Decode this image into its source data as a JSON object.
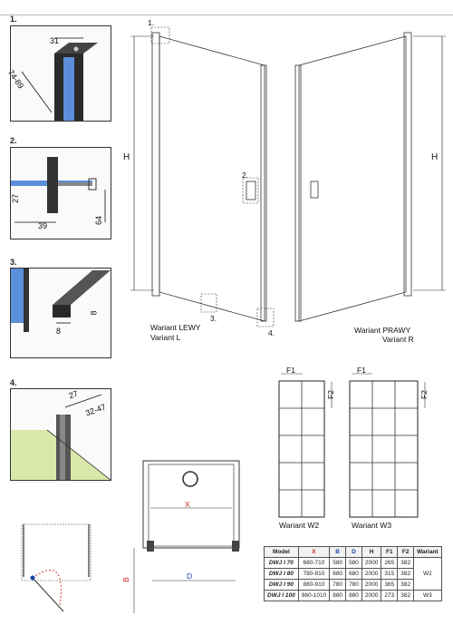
{
  "details": {
    "d1": {
      "num": "1.",
      "w": "31",
      "depth": "74-89"
    },
    "d2": {
      "num": "2.",
      "h": "27",
      "w": "39",
      "h2": "64"
    },
    "d3": {
      "num": "3.",
      "a": "8",
      "b": "8"
    },
    "d4": {
      "num": "4.",
      "a": "27",
      "b": "32-47"
    }
  },
  "callouts": {
    "c1": "1.",
    "c2": "2.",
    "c3": "3.",
    "c4": "4."
  },
  "main": {
    "h_left": "H",
    "h_right": "H"
  },
  "variants": {
    "left_line1": "Wariant LEWY",
    "left_line2": "Variant L",
    "right_line1": "Wariant PRAWY",
    "right_line2": "Variant R",
    "w2": "Wariant W2",
    "w3": "Wariant W3"
  },
  "grid_labels": {
    "f1_a": "F1",
    "f2_a": "F2",
    "f1_b": "F1",
    "f2_b": "F2"
  },
  "plan": {
    "x": "X",
    "d": "D",
    "b": "B"
  },
  "table": {
    "headers": [
      "Model",
      "X",
      "B",
      "D",
      "H",
      "F1",
      "F2",
      "Wariant"
    ],
    "rows": [
      [
        "DWJ I 70",
        "680-710",
        "580",
        "580",
        "2000",
        "265",
        "382"
      ],
      [
        "DWJ I 80",
        "780-810",
        "680",
        "680",
        "2000",
        "315",
        "382"
      ],
      [
        "DWJ I 90",
        "880-910",
        "780",
        "780",
        "2000",
        "365",
        "382"
      ],
      [
        "DWJ I 100",
        "980-1010",
        "880",
        "880",
        "2000",
        "273",
        "382"
      ]
    ],
    "variant_w2": "W2",
    "variant_w3": "W3"
  }
}
